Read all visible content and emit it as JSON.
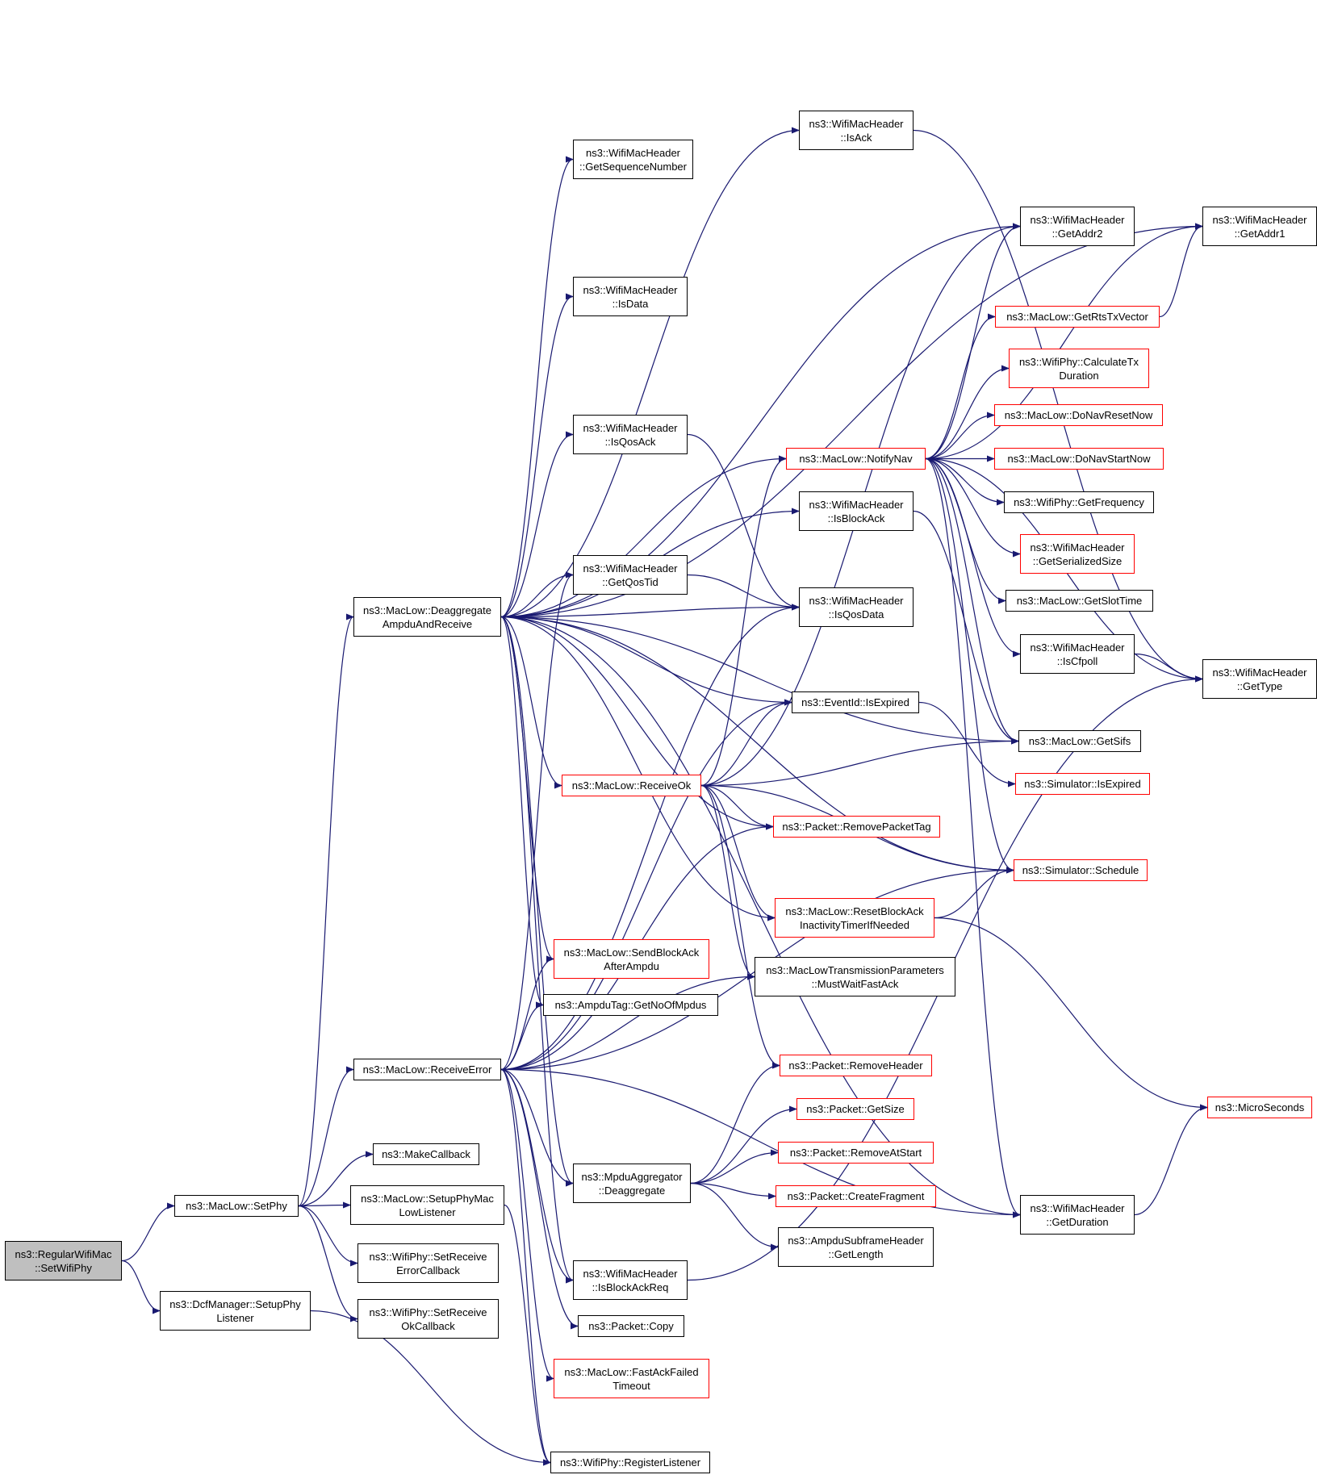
{
  "colors": {
    "edge": "#191970",
    "border_default": "#000000",
    "border_truncated": "#ff0000",
    "root_fill": "#bfbfbf",
    "background": "#ffffff"
  },
  "nodes": {
    "root": {
      "lines": [
        "ns3::RegularWifiMac",
        "::SetWifiPhy"
      ],
      "style": "root"
    },
    "setphy": {
      "lines": [
        "ns3::MacLow::SetPhy"
      ]
    },
    "dcfsetup": {
      "lines": [
        "ns3::DcfManager::SetupPhy",
        "Listener"
      ]
    },
    "deagg_recv": {
      "lines": [
        "ns3::MacLow::Deaggregate",
        "AmpduAndReceive"
      ]
    },
    "recverror": {
      "lines": [
        "ns3::MacLow::ReceiveError"
      ]
    },
    "makecallback": {
      "lines": [
        "ns3::MakeCallback"
      ]
    },
    "setupphymac": {
      "lines": [
        "ns3::MacLow::SetupPhyMac",
        "LowListener"
      ]
    },
    "setrecverr": {
      "lines": [
        "ns3::WifiPhy::SetReceive",
        "ErrorCallback"
      ]
    },
    "setrecvok": {
      "lines": [
        "ns3::WifiPhy::SetReceive",
        "OkCallback"
      ]
    },
    "reglistener": {
      "lines": [
        "ns3::WifiPhy::RegisterListener"
      ]
    },
    "getseq": {
      "lines": [
        "ns3::WifiMacHeader",
        "::GetSequenceNumber"
      ]
    },
    "isdata": {
      "lines": [
        "ns3::WifiMacHeader",
        "::IsData"
      ]
    },
    "isqosack": {
      "lines": [
        "ns3::WifiMacHeader",
        "::IsQosAck"
      ]
    },
    "getqostid": {
      "lines": [
        "ns3::WifiMacHeader",
        "::GetQosTid"
      ]
    },
    "receiveok": {
      "lines": [
        "ns3::MacLow::ReceiveOk"
      ],
      "style": "red"
    },
    "sendblockack": {
      "lines": [
        "ns3::MacLow::SendBlockAck",
        "AfterAmpdu"
      ],
      "style": "red"
    },
    "getnompdus": {
      "lines": [
        "ns3::AmpduTag::GetNoOfMpdus"
      ]
    },
    "mpdudeagg": {
      "lines": [
        "ns3::MpduAggregator",
        "::Deaggregate"
      ]
    },
    "isblockackreq": {
      "lines": [
        "ns3::WifiMacHeader",
        "::IsBlockAckReq"
      ]
    },
    "pktcopy": {
      "lines": [
        "ns3::Packet::Copy"
      ]
    },
    "fastack": {
      "lines": [
        "ns3::MacLow::FastAckFailed",
        "Timeout"
      ],
      "style": "red"
    },
    "isack": {
      "lines": [
        "ns3::WifiMacHeader",
        "::IsAck"
      ]
    },
    "notifynav": {
      "lines": [
        "ns3::MacLow::NotifyNav"
      ],
      "style": "red"
    },
    "isblockack": {
      "lines": [
        "ns3::WifiMacHeader",
        "::IsBlockAck"
      ]
    },
    "isqosdata": {
      "lines": [
        "ns3::WifiMacHeader",
        "::IsQosData"
      ]
    },
    "isexpired": {
      "lines": [
        "ns3::EventId::IsExpired"
      ]
    },
    "removepackettag": {
      "lines": [
        "ns3::Packet::RemovePacketTag"
      ],
      "style": "red"
    },
    "resetblockack": {
      "lines": [
        "ns3::MacLow::ResetBlockAck",
        "InactivityTimerIfNeeded"
      ],
      "style": "red"
    },
    "mustwait": {
      "lines": [
        "ns3::MacLowTransmissionParameters",
        "::MustWaitFastAck"
      ]
    },
    "removeheader": {
      "lines": [
        "ns3::Packet::RemoveHeader"
      ],
      "style": "red"
    },
    "getsize": {
      "lines": [
        "ns3::Packet::GetSize"
      ],
      "style": "red"
    },
    "removeatstart": {
      "lines": [
        "ns3::Packet::RemoveAtStart"
      ],
      "style": "red"
    },
    "createfragment": {
      "lines": [
        "ns3::Packet::CreateFragment"
      ],
      "style": "red"
    },
    "subframelen": {
      "lines": [
        "ns3::AmpduSubframeHeader",
        "::GetLength"
      ]
    },
    "getaddr2": {
      "lines": [
        "ns3::WifiMacHeader",
        "::GetAddr2"
      ]
    },
    "getrtstxvector": {
      "lines": [
        "ns3::MacLow::GetRtsTxVector"
      ],
      "style": "red"
    },
    "calctxduration": {
      "lines": [
        "ns3::WifiPhy::CalculateTx",
        "Duration"
      ],
      "style": "red"
    },
    "donavreset": {
      "lines": [
        "ns3::MacLow::DoNavResetNow"
      ],
      "style": "red"
    },
    "donavstart": {
      "lines": [
        "ns3::MacLow::DoNavStartNow"
      ],
      "style": "red"
    },
    "getfrequency": {
      "lines": [
        "ns3::WifiPhy::GetFrequency"
      ]
    },
    "getserialsize": {
      "lines": [
        "ns3::WifiMacHeader",
        "::GetSerializedSize"
      ],
      "style": "red"
    },
    "getslottime": {
      "lines": [
        "ns3::MacLow::GetSlotTime"
      ]
    },
    "iscfpoll": {
      "lines": [
        "ns3::WifiMacHeader",
        "::IsCfpoll"
      ]
    },
    "getsifs": {
      "lines": [
        "ns3::MacLow::GetSifs"
      ]
    },
    "simisexpired": {
      "lines": [
        "ns3::Simulator::IsExpired"
      ],
      "style": "red"
    },
    "schedule": {
      "lines": [
        "ns3::Simulator::Schedule"
      ],
      "style": "red"
    },
    "getduration": {
      "lines": [
        "ns3::WifiMacHeader",
        "::GetDuration"
      ]
    },
    "getaddr1": {
      "lines": [
        "ns3::WifiMacHeader",
        "::GetAddr1"
      ]
    },
    "gettype": {
      "lines": [
        "ns3::WifiMacHeader",
        "::GetType"
      ]
    },
    "microseconds": {
      "lines": [
        "ns3::MicroSeconds"
      ],
      "style": "red"
    }
  },
  "edges": [
    [
      "root",
      "setphy"
    ],
    [
      "root",
      "dcfsetup"
    ],
    [
      "setphy",
      "deagg_recv"
    ],
    [
      "setphy",
      "recverror"
    ],
    [
      "setphy",
      "makecallback"
    ],
    [
      "setphy",
      "setupphymac"
    ],
    [
      "setphy",
      "setrecverr"
    ],
    [
      "setphy",
      "setrecvok"
    ],
    [
      "setupphymac",
      "reglistener"
    ],
    [
      "dcfsetup",
      "reglistener"
    ],
    [
      "deagg_recv",
      "isack"
    ],
    [
      "deagg_recv",
      "getseq"
    ],
    [
      "deagg_recv",
      "getaddr1"
    ],
    [
      "deagg_recv",
      "getaddr2"
    ],
    [
      "deagg_recv",
      "isdata"
    ],
    [
      "deagg_recv",
      "notifynav"
    ],
    [
      "deagg_recv",
      "isqosack"
    ],
    [
      "deagg_recv",
      "isblockack"
    ],
    [
      "deagg_recv",
      "getqostid"
    ],
    [
      "deagg_recv",
      "isqosdata"
    ],
    [
      "deagg_recv",
      "isexpired"
    ],
    [
      "deagg_recv",
      "getsifs"
    ],
    [
      "deagg_recv",
      "receiveok"
    ],
    [
      "deagg_recv",
      "removepackettag"
    ],
    [
      "deagg_recv",
      "schedule"
    ],
    [
      "deagg_recv",
      "resetblockack"
    ],
    [
      "deagg_recv",
      "sendblockack"
    ],
    [
      "deagg_recv",
      "getnompdus"
    ],
    [
      "deagg_recv",
      "mpdudeagg"
    ],
    [
      "deagg_recv",
      "isblockackreq"
    ],
    [
      "deagg_recv",
      "getduration"
    ],
    [
      "recverror",
      "getqostid"
    ],
    [
      "recverror",
      "isqosdata"
    ],
    [
      "recverror",
      "isexpired"
    ],
    [
      "recverror",
      "sendblockack"
    ],
    [
      "recverror",
      "getnompdus"
    ],
    [
      "recverror",
      "removepackettag"
    ],
    [
      "recverror",
      "mustwait"
    ],
    [
      "recverror",
      "schedule"
    ],
    [
      "recverror",
      "mpdudeagg"
    ],
    [
      "recverror",
      "isblockackreq"
    ],
    [
      "recverror",
      "pktcopy"
    ],
    [
      "recverror",
      "fastack"
    ],
    [
      "recverror",
      "reglistener"
    ],
    [
      "recverror",
      "getduration"
    ],
    [
      "receiveok",
      "notifynav"
    ],
    [
      "receiveok",
      "getaddr2"
    ],
    [
      "receiveok",
      "isexpired"
    ],
    [
      "receiveok",
      "getsifs"
    ],
    [
      "receiveok",
      "removepackettag"
    ],
    [
      "receiveok",
      "schedule"
    ],
    [
      "receiveok",
      "resetblockack"
    ],
    [
      "receiveok",
      "mustwait"
    ],
    [
      "receiveok",
      "removeheader"
    ],
    [
      "isqosack",
      "isqosdata"
    ],
    [
      "getqostid",
      "isqosdata"
    ],
    [
      "isblockack",
      "getsifs"
    ],
    [
      "isack",
      "gettype"
    ],
    [
      "isblockackreq",
      "gettype"
    ],
    [
      "notifynav",
      "getaddr2"
    ],
    [
      "notifynav",
      "getaddr1"
    ],
    [
      "notifynav",
      "getrtstxvector"
    ],
    [
      "notifynav",
      "calctxduration"
    ],
    [
      "notifynav",
      "donavreset"
    ],
    [
      "notifynav",
      "donavstart"
    ],
    [
      "notifynav",
      "getfrequency"
    ],
    [
      "notifynav",
      "getserialsize"
    ],
    [
      "notifynav",
      "getslottime"
    ],
    [
      "notifynav",
      "iscfpoll"
    ],
    [
      "notifynav",
      "getsifs"
    ],
    [
      "notifynav",
      "gettype"
    ],
    [
      "notifynav",
      "schedule"
    ],
    [
      "notifynav",
      "getduration"
    ],
    [
      "getrtstxvector",
      "getaddr1"
    ],
    [
      "iscfpoll",
      "gettype"
    ],
    [
      "isexpired",
      "simisexpired"
    ],
    [
      "resetblockack",
      "schedule"
    ],
    [
      "resetblockack",
      "microseconds"
    ],
    [
      "getduration",
      "microseconds"
    ],
    [
      "mpdudeagg",
      "removeheader"
    ],
    [
      "mpdudeagg",
      "getsize"
    ],
    [
      "mpdudeagg",
      "removeatstart"
    ],
    [
      "mpdudeagg",
      "createfragment"
    ],
    [
      "mpdudeagg",
      "subframelen"
    ]
  ]
}
